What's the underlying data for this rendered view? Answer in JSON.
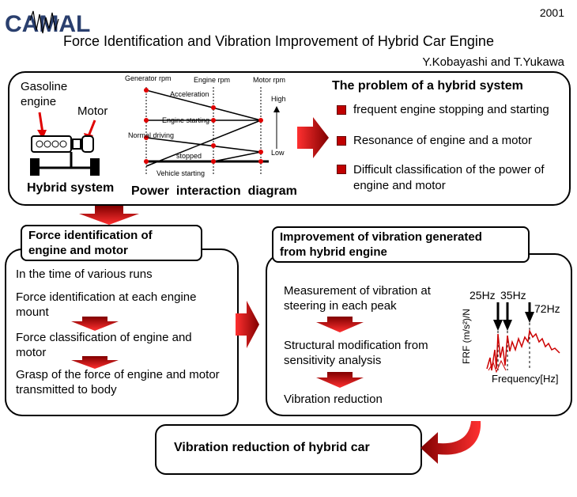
{
  "header": {
    "logo_text": "CAMAL",
    "year": "2001",
    "title": "Force Identification and Vibration Improvement of Hybrid Car Engine",
    "authors": "Y.Kobayashi and T.Yukawa"
  },
  "top_panel": {
    "gasoline_engine": [
      "Gasoline",
      "engine"
    ],
    "motor": "Motor",
    "hybrid_system": "Hybrid system",
    "diagram_caption": "Power  interaction  diagram",
    "diagram": {
      "col_generator": "Generator rpm",
      "col_engine": "Engine rpm",
      "col_motor": "Motor rpm",
      "acceleration": "Acceleration",
      "engine_starting": "Engine starting",
      "normal_driving": "Normal driving",
      "stopped": "stopped",
      "vehicle_starting": "Vehicle starting",
      "high": "High",
      "low": "Low"
    },
    "problem_title": "The problem of a hybrid system",
    "problems": [
      "frequent engine stopping and starting",
      "Resonance of engine and a motor",
      "Difficult classification of the power of engine and motor"
    ]
  },
  "left_panel": {
    "title": [
      "Force identification of",
      "engine and motor"
    ],
    "intro": "In the time of various runs",
    "steps": [
      "Force identification at each engine mount",
      "Force classification of engine and motor",
      "Grasp of the force of  engine and motor transmitted to body"
    ]
  },
  "right_panel": {
    "title": [
      "Improvement of vibration generated",
      "from hybrid engine"
    ],
    "steps": [
      "Measurement of vibration at steering in each peak",
      "Structural modification from sensitivity analysis",
      "Vibration reduction"
    ],
    "plot": {
      "label_25": "25Hz",
      "label_35": "35Hz",
      "label_72": "72Hz",
      "ylabel": "FRF (m/s²)/N",
      "xlabel": "Frequency[Hz]"
    }
  },
  "bottom": {
    "conclusion": "Vibration reduction of hybrid car"
  },
  "colors": {
    "accent_red": "#cc0000",
    "dark_red": "#800000"
  }
}
